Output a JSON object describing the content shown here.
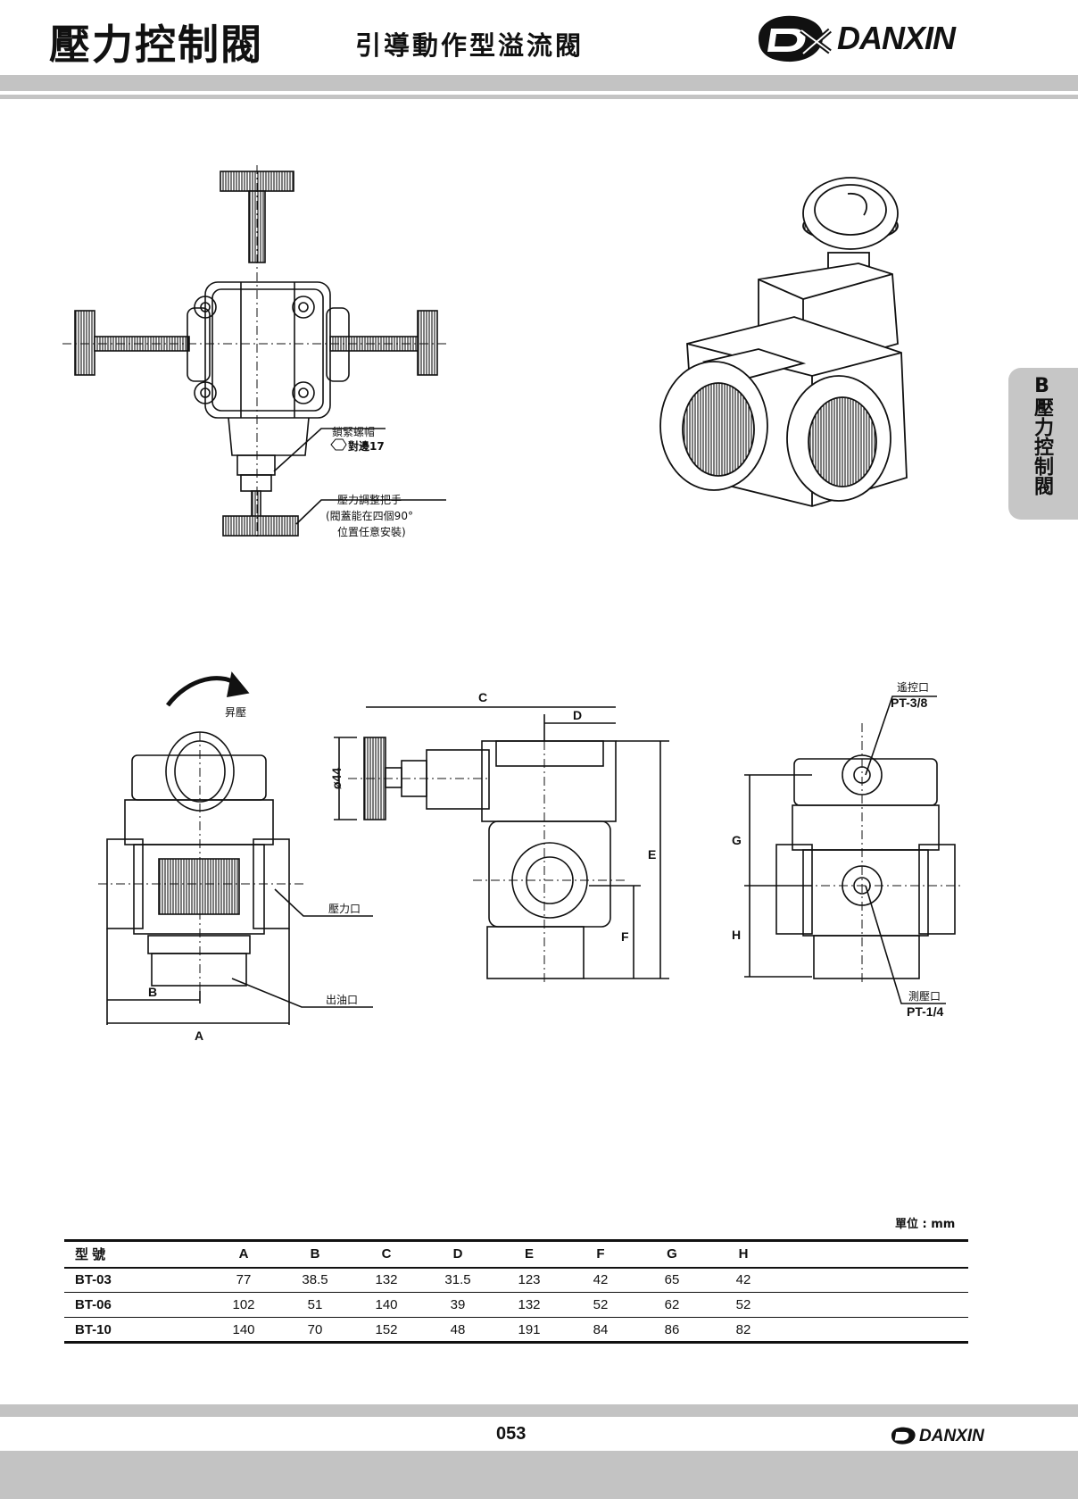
{
  "header": {
    "title": "壓力控制閥",
    "subtitle": "引導動作型溢流閥",
    "logo_text": "DANXIN",
    "logo_mark": "DX"
  },
  "side_tab": {
    "label": "B壓力控制閥"
  },
  "drawing_top": {
    "lock_nut_label": "鎖緊螺帽",
    "lock_nut_size": "對邊17",
    "handle_label": "壓力調整把手",
    "handle_note_1": "(閥蓋能在四個90°",
    "handle_note_2": "位置任意安裝)"
  },
  "drawing_front": {
    "raise_pressure": "昇壓",
    "pressure_port": "壓力口",
    "outlet_port": "出油口",
    "dim_a": "A",
    "dim_b": "B"
  },
  "drawing_side": {
    "dim_c": "C",
    "dim_d": "D",
    "dim_e": "E",
    "dim_f": "F",
    "dia": "ø44"
  },
  "drawing_right": {
    "remote_port": "遙控口",
    "remote_thread": "PT-3/8",
    "gauge_port": "測壓口",
    "gauge_thread": "PT-1/4",
    "dim_g": "G",
    "dim_h": "H"
  },
  "table": {
    "unit": "單位 : mm",
    "headers": [
      "型  號",
      "A",
      "B",
      "C",
      "D",
      "E",
      "F",
      "G",
      "H"
    ],
    "rows": [
      [
        "BT-03",
        "77",
        "38.5",
        "132",
        "31.5",
        "123",
        "42",
        "65",
        "42"
      ],
      [
        "BT-06",
        "102",
        "51",
        "140",
        "39",
        "132",
        "52",
        "62",
        "52"
      ],
      [
        "BT-10",
        "140",
        "70",
        "152",
        "48",
        "191",
        "84",
        "86",
        "82"
      ]
    ]
  },
  "footer": {
    "page_number": "053",
    "logo_text": "DANXIN"
  }
}
